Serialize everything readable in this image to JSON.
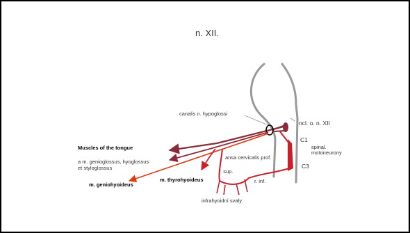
{
  "title": "n. XII.",
  "labels": {
    "canalis": "canalis n. hypoglossi",
    "nucleus": "ncl. o. n. XII",
    "c1": "C1",
    "c3": "C3",
    "spinal": "spinal.",
    "motoneurony": "motoneurony",
    "muscles_tongue": "Muscles of the tongue",
    "genio_line1": "a m. genioglossus, hyoglossus",
    "genio_line2": "et styloglossus",
    "ansa": "ansa cervicalis prof.",
    "r_sup": "r. sup.",
    "r_inf": "r. inf.",
    "geniohyoideus": "m. geniohyoideus",
    "thyrohyoideus": "m. thyrohyoideus",
    "infrahyoid": "infrahyoidní svaly"
  },
  "colors": {
    "nerve": "#8b2a3a",
    "nerve_bright": "#cc1f2b",
    "arrow_orange": "#e03a10",
    "outline_gray": "#999999"
  }
}
